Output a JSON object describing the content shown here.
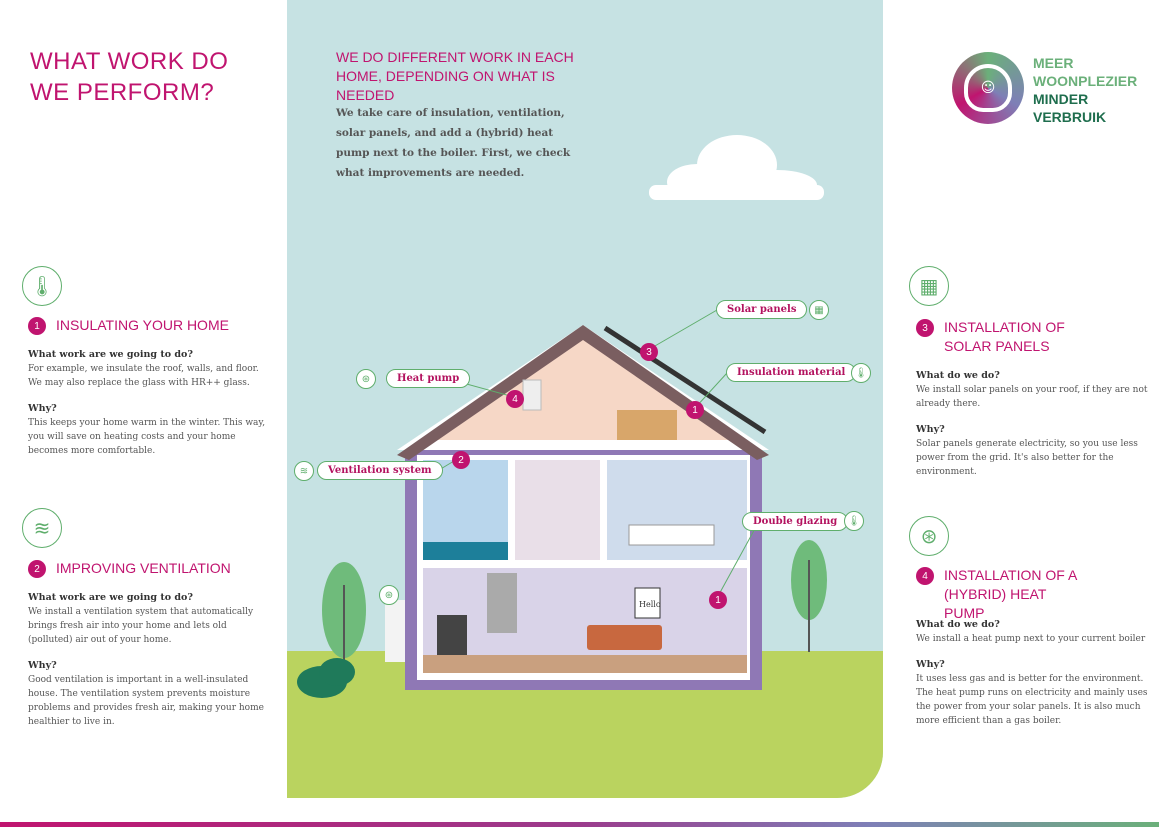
{
  "title": "WHAT WORK DO WE PERFORM?",
  "center": {
    "heading": "WE DO DIFFERENT WORK IN EACH HOME, DEPENDING ON WHAT IS NEEDED",
    "text": "We take care of insulation, ventilation, solar panels, and add a (hybrid) heat pump next to the boiler. First, we check what improvements are needed."
  },
  "logo": {
    "line1": "MEER",
    "line2": "WOONPLEZIER",
    "line3": "MINDER",
    "line4": "VERBRUIK"
  },
  "sections": [
    {
      "num": "1",
      "title": "INSULATING YOUR HOME",
      "icon": "thermometer-icon",
      "q1": "What work are we going to do?",
      "a1": "For example, we insulate the roof, walls, and floor. We may also replace the glass with HR++ glass.",
      "q2": "Why?",
      "a2": "This keeps your home warm in the winter. This way, you will save on heating costs and your home becomes more comfortable."
    },
    {
      "num": "2",
      "title": "IMPROVING VENTILATION",
      "icon": "wind-icon",
      "q1": "What work are we going to do?",
      "a1": "We install a ventilation system that automatically brings fresh air into your home and lets old (polluted) air out of your home.",
      "q2": "Why?",
      "a2": "Good ventilation is important in a well-insulated house. The ventilation system prevents moisture problems and provides fresh air, making your home healthier to live in."
    },
    {
      "num": "3",
      "title": "INSTALLATION OF SOLAR PANELS",
      "icon": "solar-panel-icon",
      "q1": "What do we do?",
      "a1": "We install solar panels on your roof, if they are not already there.",
      "q2": "Why?",
      "a2": "Solar panels generate electricity, so you use less power from the grid. It's also better for the environment."
    },
    {
      "num": "4",
      "title": "INSTALLATION OF A (HYBRID) HEAT PUMP",
      "icon": "heat-pump-icon",
      "q1": "What do we do?",
      "a1": "We install a heat pump next to your current boiler",
      "q2": "Why?",
      "a2": "It uses less gas and is better for the environment. The heat pump runs on electricity and mainly uses the power from your solar panels. It is also much more efficient than a gas boiler."
    }
  ],
  "callouts": {
    "solar": "Solar panels",
    "insulation": "Insulation material",
    "heatpump": "Heat pump",
    "ventilation": "Ventilation system",
    "glazing": "Double glazing",
    "n1": "1",
    "n2": "2",
    "n3": "3",
    "n4": "4",
    "poster": "Hello"
  }
}
